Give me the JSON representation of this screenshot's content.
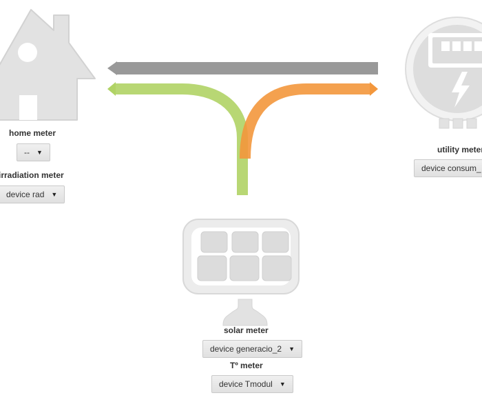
{
  "home": {
    "label": "home meter",
    "select": {
      "value": "--",
      "caret": "▼"
    }
  },
  "irradiation": {
    "label": "irradiation meter",
    "select": {
      "value": "device rad",
      "caret": "▼"
    }
  },
  "utility": {
    "label": "utility meter",
    "select": {
      "value": "device consum_",
      "caret": "▼"
    }
  },
  "solar": {
    "label": "solar meter",
    "select": {
      "value": "device generacio_2",
      "caret": "▼"
    }
  },
  "temperature": {
    "label": "Tº meter",
    "select": {
      "value": "device Tmodul",
      "caret": "▼"
    }
  },
  "flows": {
    "grid_to_home": {
      "color": "#999999"
    },
    "solar_to_home": {
      "color": "#b0d365"
    },
    "solar_to_grid": {
      "color": "#f3973c"
    }
  },
  "icons": {
    "home": "house-icon",
    "utility": "electric-meter-icon",
    "solar": "solar-panel-icon"
  }
}
